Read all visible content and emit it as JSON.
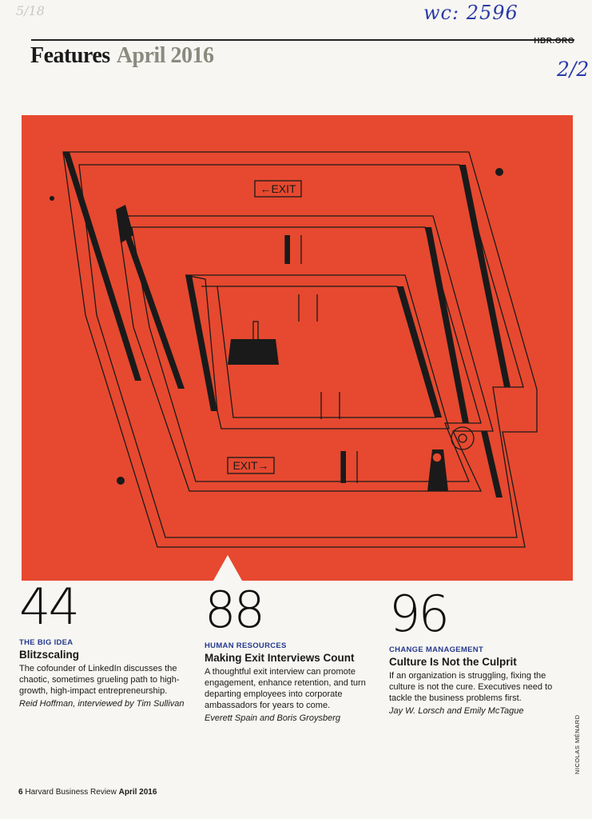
{
  "annotations": {
    "code": "wc: 2596",
    "page_mark": "2/2",
    "faint": "5/18"
  },
  "header": {
    "site": "HBR.ORG",
    "section": "Features",
    "date": "April 2016"
  },
  "illustration": {
    "signs": [
      "←EXIT",
      "EXIT→"
    ],
    "background": "#e6492f",
    "credit": "NICOLAS MÉNARD"
  },
  "features": [
    {
      "page": "44",
      "kicker": "THE BIG IDEA",
      "headline": "Blitzscaling",
      "dek": "The cofounder of LinkedIn discusses the chaotic, sometimes grueling path to high-growth, high-impact entrepreneurship.",
      "byline": "Reid Hoffman, interviewed by Tim Sullivan"
    },
    {
      "page": "88",
      "kicker": "HUMAN RESOURCES",
      "headline": "Making Exit Interviews Count",
      "dek": "A thoughtful exit interview can promote engagement, enhance retention, and turn departing employees into corporate ambassadors for years to come.",
      "byline": "Everett Spain and Boris Groysberg"
    },
    {
      "page": "96",
      "kicker": "CHANGE MANAGEMENT",
      "headline": "Culture Is Not the Culprit",
      "dek": "If an organization is struggling, fixing the culture is not the cure. Executives need to tackle the business problems first.",
      "byline": "Jay W. Lorsch and Emily McTague"
    }
  ],
  "footer": {
    "page_number": "6",
    "publication": "Harvard Business Review",
    "issue": "April 2016"
  }
}
